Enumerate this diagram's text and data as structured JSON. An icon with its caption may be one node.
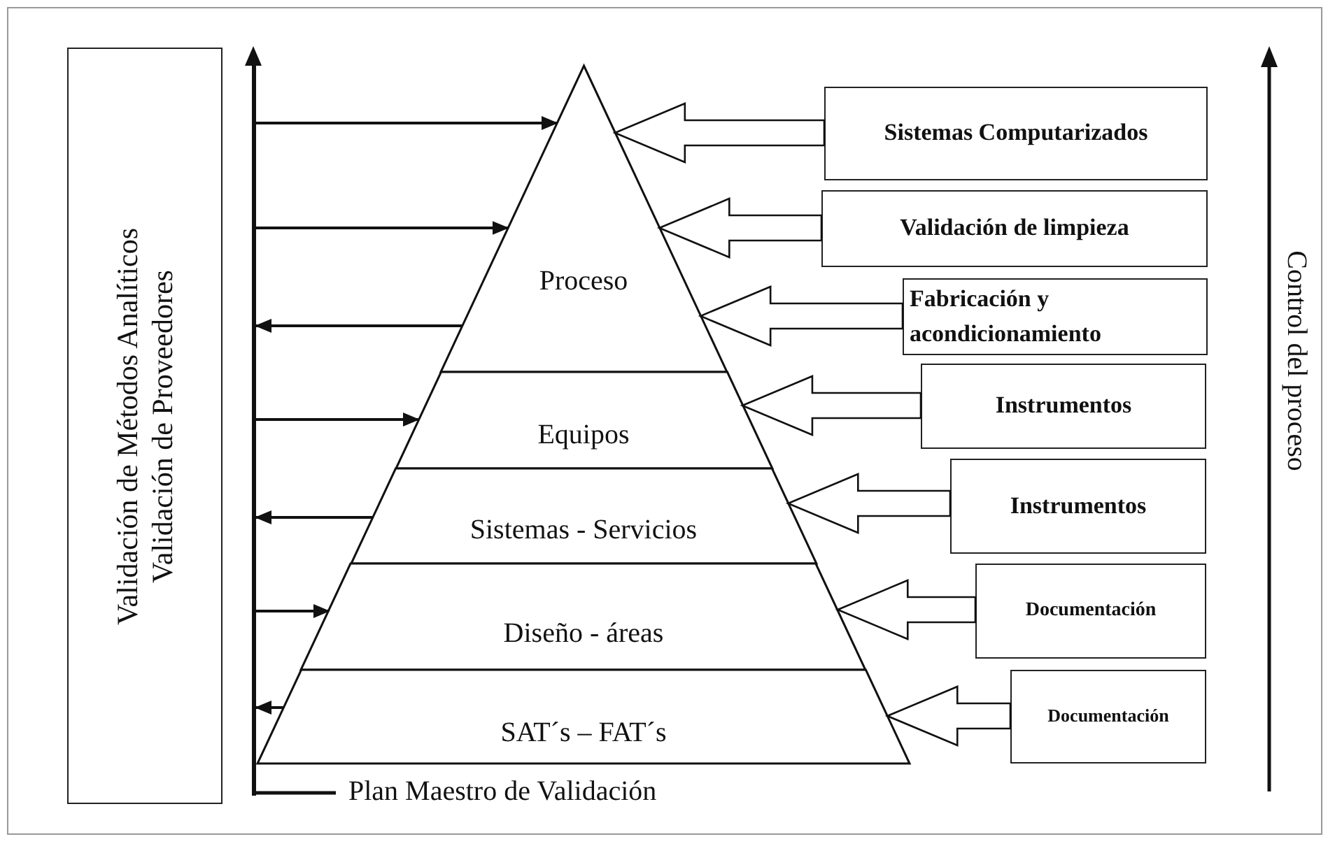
{
  "diagram": {
    "nodes": [
      {
        "text": [
          "Validación de Métodos Analíticos",
          "Validación de Proveedores"
        ]
      },
      {
        "text": [
          "Proceso"
        ]
      },
      {
        "text": [
          "Equipos"
        ]
      },
      {
        "text": [
          "Sistemas - Servicios"
        ]
      },
      {
        "text": [
          "Diseño - áreas"
        ]
      },
      {
        "text": [
          "SAT´s – FAT´s"
        ]
      },
      {
        "text": [
          "Sistemas Computarizados"
        ]
      },
      {
        "text": [
          "Validación de limpieza"
        ]
      },
      {
        "text": [
          "Fabricación y acondicionamiento"
        ]
      },
      {
        "text": [
          "Instrumentos"
        ]
      },
      {
        "text": [
          "Instrumentos"
        ]
      },
      {
        "text": [
          "Documentación"
        ]
      },
      {
        "text": [
          "Documentación"
        ]
      },
      {
        "text": [],
        "shape": "bar"
      }
    ],
    "edges": [
      {
        "from": 13,
        "to": 1,
        "arrow": "to"
      },
      {
        "from": 13,
        "to": 1,
        "arrow": "to"
      },
      {
        "from": 1,
        "to": 13,
        "arrow": "to"
      },
      {
        "from": 13,
        "to": 2,
        "arrow": "to"
      },
      {
        "from": 3,
        "to": 13,
        "arrow": "to"
      },
      {
        "from": 13,
        "to": 4,
        "arrow": "to"
      },
      {
        "from": 5,
        "to": 13,
        "arrow": "to"
      },
      {
        "from": 6,
        "to": 1,
        "arrow": "to",
        "style": "thick"
      },
      {
        "from": 7,
        "to": 1,
        "arrow": "to",
        "style": "thick"
      },
      {
        "from": 8,
        "to": 1,
        "arrow": "to",
        "style": "thick"
      },
      {
        "from": 9,
        "to": 2,
        "arrow": "to",
        "style": "thick"
      },
      {
        "from": 10,
        "to": 3,
        "arrow": "to",
        "style": "thick"
      },
      {
        "from": 11,
        "to": 4,
        "arrow": "to",
        "style": "thick"
      },
      {
        "from": 12,
        "to": 5,
        "arrow": "to",
        "style": "thick"
      }
    ],
    "labels": [
      "Plan Maestro de Validación",
      "Control del proceso"
    ]
  }
}
